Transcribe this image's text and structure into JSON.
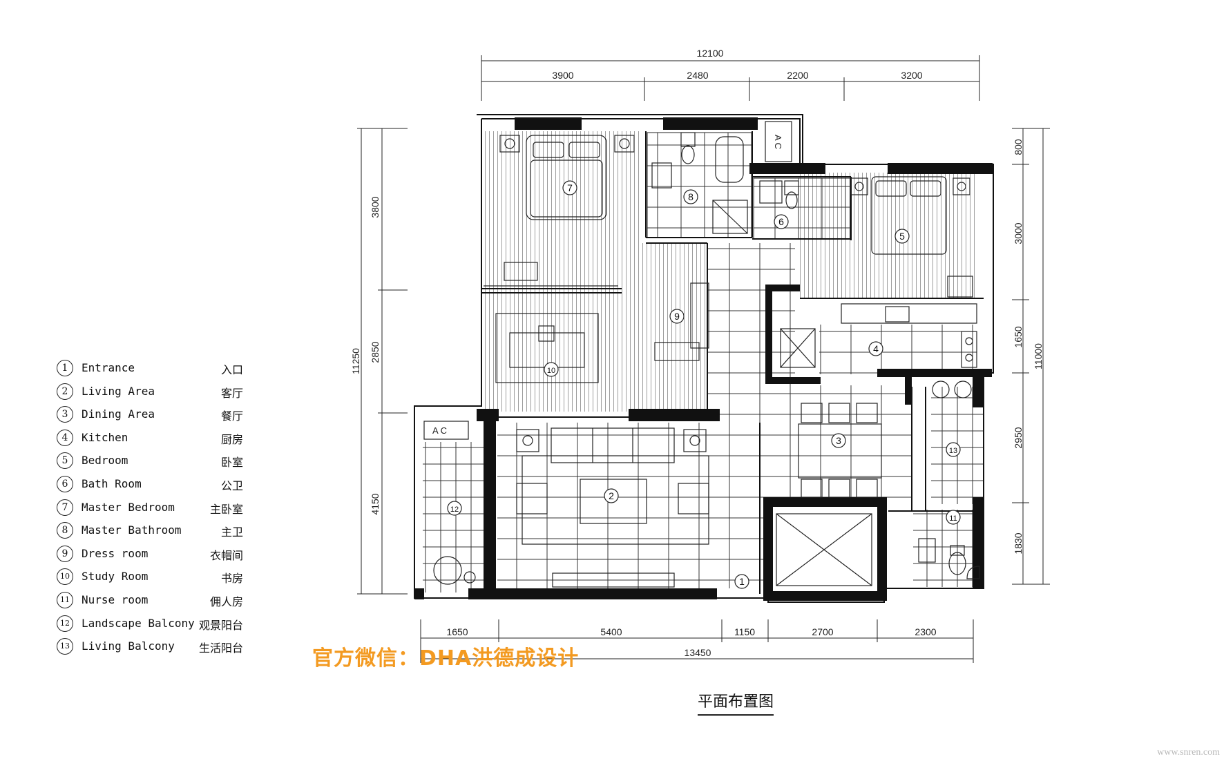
{
  "dimensions": {
    "top_total": "12100",
    "top_segments": [
      "3900",
      "2480",
      "2200",
      "3200"
    ],
    "bottom_total": "13450",
    "bottom_segments": [
      "1650",
      "5400",
      "1150",
      "2700",
      "2300"
    ],
    "left_total": "11250",
    "left_segments": [
      "3800",
      "2850",
      "4150"
    ],
    "right_total": "11000",
    "right_segments": [
      "800",
      "3000",
      "1650",
      "2950",
      "1830"
    ]
  },
  "ac_labels": [
    "A C",
    "A C"
  ],
  "room_markers": [
    "1",
    "2",
    "3",
    "4",
    "5",
    "6",
    "7",
    "8",
    "9",
    "10",
    "11",
    "12",
    "13"
  ],
  "legend": [
    {
      "num": "1",
      "en": "Entrance",
      "zh": "入口"
    },
    {
      "num": "2",
      "en": "Living Area",
      "zh": "客厅"
    },
    {
      "num": "3",
      "en": "Dining Area",
      "zh": "餐厅"
    },
    {
      "num": "4",
      "en": "Kitchen",
      "zh": "厨房"
    },
    {
      "num": "5",
      "en": "Bedroom",
      "zh": "卧室"
    },
    {
      "num": "6",
      "en": "Bath Room",
      "zh": "公卫"
    },
    {
      "num": "7",
      "en": "Master Bedroom",
      "zh": "主卧室"
    },
    {
      "num": "8",
      "en": "Master Bathroom",
      "zh": "主卫"
    },
    {
      "num": "9",
      "en": "Dress room",
      "zh": "衣帽间"
    },
    {
      "num": "10",
      "en": "Study Room",
      "zh": "书房"
    },
    {
      "num": "11",
      "en": "Nurse room",
      "zh": "佣人房"
    },
    {
      "num": "12",
      "en": "Landscape Balcony",
      "zh": "观景阳台"
    },
    {
      "num": "13",
      "en": "Living Balcony",
      "zh": "生活阳台"
    }
  ],
  "watermark": "官方微信：DHA洪德成设计",
  "title": "平面布置图",
  "credit": "www.snren.com",
  "colors": {
    "watermark": "#f39a21",
    "line": "#111111",
    "credit": "#b9b9b9"
  }
}
